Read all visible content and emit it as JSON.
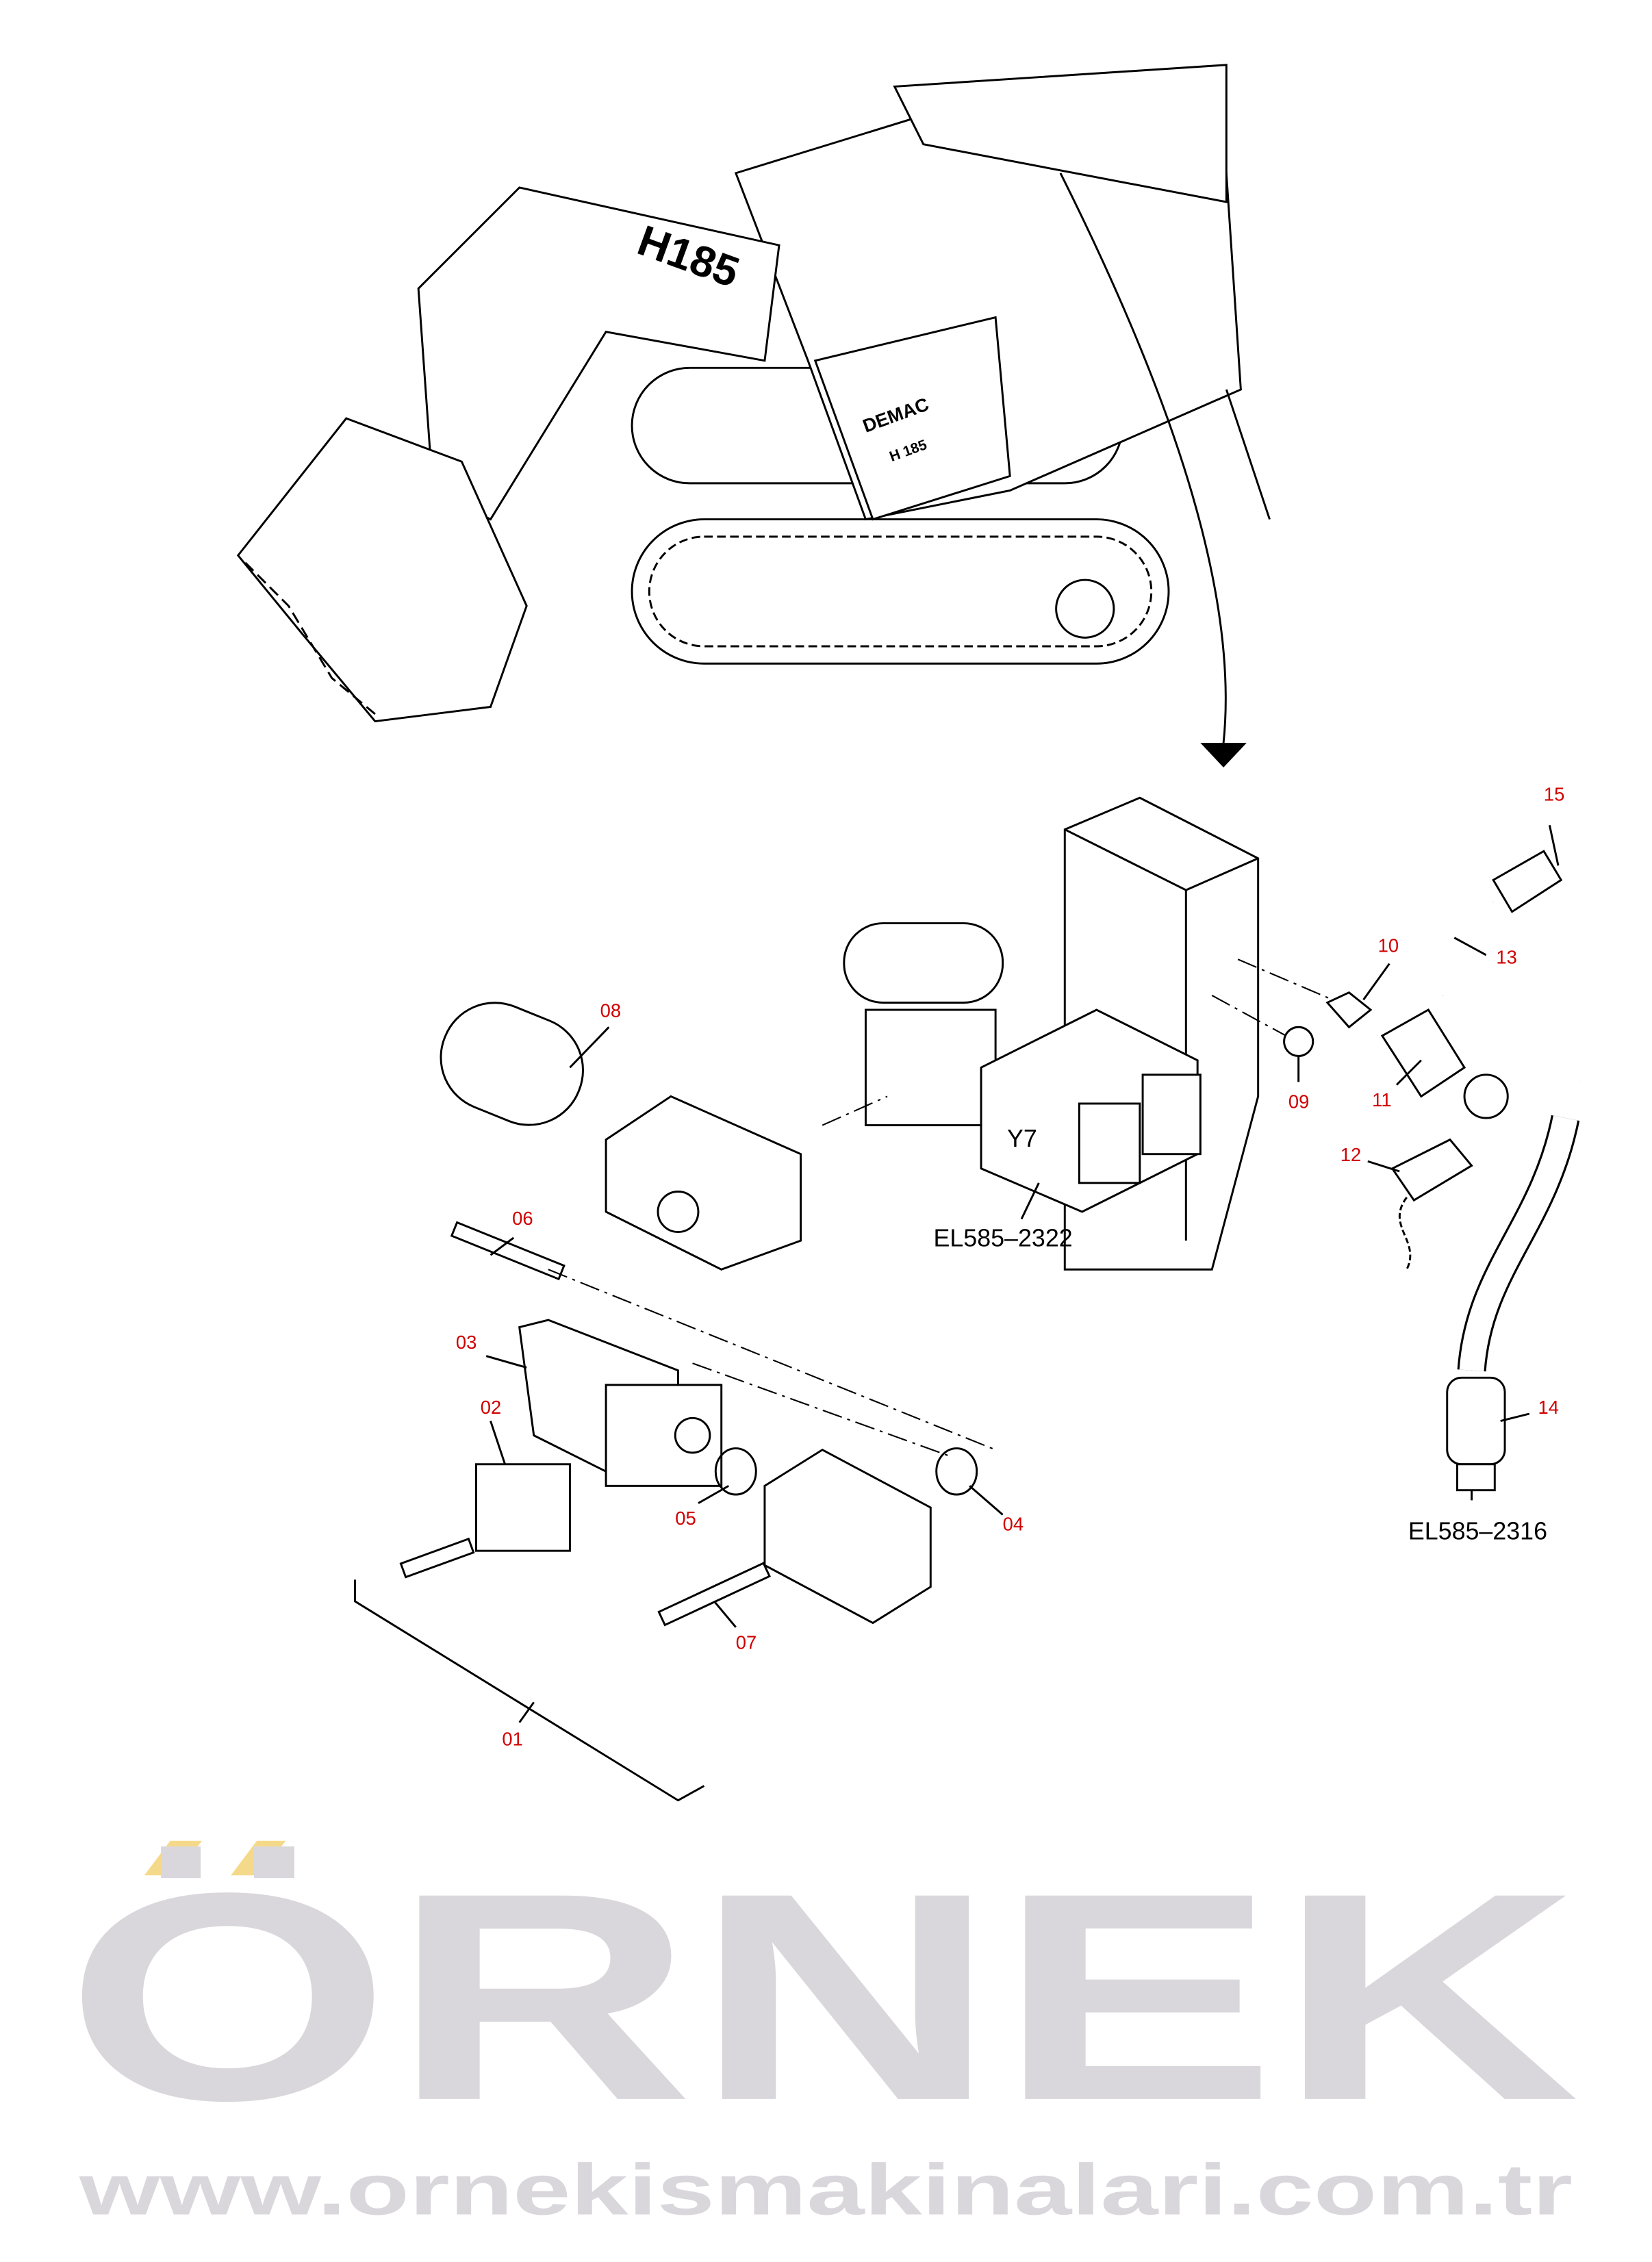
{
  "machine": {
    "model_text": "H185",
    "brand_text": "DEMAC",
    "brand_model_text": "H 185"
  },
  "watermark": {
    "title": "ÖRNEK",
    "url": "www.ornekismakinalari.com.tr"
  },
  "valve_marker": "Y7",
  "references": {
    "valve_block": "EL585–2322",
    "hose_assembly": "EL585–2316"
  },
  "part_labels": [
    "01",
    "02",
    "03",
    "04",
    "05",
    "06",
    "07",
    "08",
    "09",
    "10",
    "11",
    "12",
    "13",
    "14",
    "15"
  ],
  "colors": {
    "label": "#d00000",
    "watermark": "#d9d7dc",
    "watermark_accent": "#f5d98a"
  }
}
